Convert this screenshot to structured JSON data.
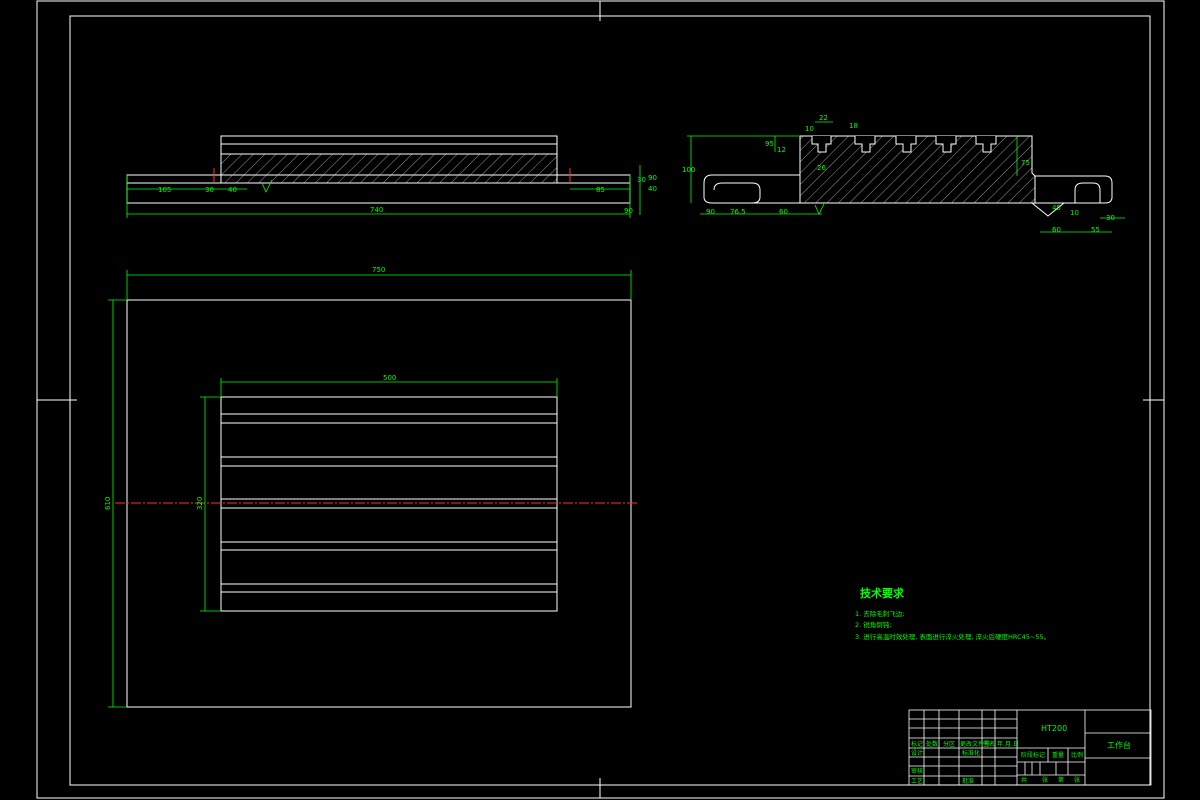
{
  "drawing": {
    "front_view": {
      "dims": {
        "d105": "105",
        "d30": "30",
        "d40": "40",
        "d740": "740",
        "d85": "85",
        "d90": "90",
        "d30b": "30",
        "d40b": "40",
        "d90b": "90"
      }
    },
    "side_view": {
      "dims": {
        "d22": "22",
        "d18": "18",
        "d10a": "10",
        "d26": "26",
        "d95": "95",
        "d12": "12",
        "d100": "100",
        "d90": "90",
        "d765": "76.5",
        "d60": "60",
        "d75": "75",
        "d45": "45",
        "d60b": "60",
        "d55": "55",
        "d30": "30",
        "d10b": "10"
      }
    },
    "top_view": {
      "dims": {
        "d750": "750",
        "d610": "610",
        "d500": "500",
        "d320": "320"
      }
    },
    "tech_requirements": {
      "title": "技术要求",
      "items": [
        "1. 去除毛刺飞边;",
        "2. 锐角倒钝;",
        "3. 进行高温时效处理, 表面进行淬火处理, 淬火后硬度HRC45~55。"
      ]
    },
    "title_block": {
      "material": "HT200",
      "part_name": "工作台",
      "labels": {
        "marks": "标记",
        "count": "处数",
        "zone": "分区",
        "change_doc": "更改文件号",
        "signature": "签名",
        "date": "年.月.日",
        "design": "设计",
        "standardize": "标准化",
        "stage_mark": "阶段标记",
        "weight": "重量",
        "scale": "比例",
        "review": "审核",
        "process": "工艺",
        "approve": "批准",
        "sheets_total": "共",
        "sheet": "张",
        "sheet_no": "第",
        "sheet2": "张"
      }
    }
  }
}
